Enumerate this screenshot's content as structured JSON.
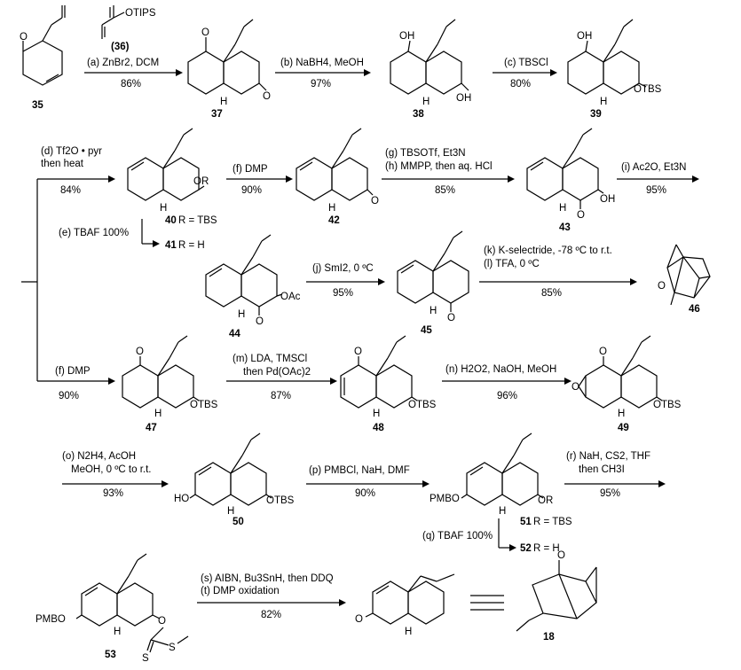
{
  "compounds": {
    "c35": "35",
    "c36": "(36)",
    "c37": "37",
    "c38": "38",
    "c39": "39",
    "c40": "40",
    "c41": "41",
    "c42": "42",
    "c43": "43",
    "c44": "44",
    "c45": "45",
    "c46": "46",
    "c47": "47",
    "c48": "48",
    "c49": "49",
    "c50": "50",
    "c51": "51",
    "c52": "52",
    "c53": "53",
    "c18": "18"
  },
  "reagent36": "OTIPS",
  "steps": {
    "a": {
      "text": "(a) ZnBr2, DCM",
      "yield": "86%"
    },
    "b": {
      "text": "(b) NaBH4, MeOH",
      "yield": "97%"
    },
    "c": {
      "text": "(c) TBSCl",
      "yield": "80%"
    },
    "d": {
      "line1": "(d) Tf2O • pyr",
      "line2": "then heat",
      "yield": "84%"
    },
    "e": {
      "text": "(e) TBAF 100%"
    },
    "f1": {
      "text": "(f) DMP",
      "yield": "90%"
    },
    "g": {
      "line1": "(g) TBSOTf, Et3N",
      "line2": "(h) MMPP, then aq. HCl",
      "yield": "85%"
    },
    "i": {
      "text": "(i) Ac2O, Et3N",
      "yield": "95%"
    },
    "j": {
      "text": "(j) SmI2, 0 ºC",
      "yield": "95%"
    },
    "k": {
      "line1": "(k) K-selectride,  -78 ºC to r.t.",
      "line2": "(l) TFA, 0 ºC",
      "yield": "85%"
    },
    "f2": {
      "text": "(f) DMP",
      "yield": "90%"
    },
    "m": {
      "line1": "(m) LDA, TMSCl",
      "line2": "then Pd(OAc)2",
      "yield": "87%"
    },
    "n": {
      "text": "(n) H2O2, NaOH, MeOH",
      "yield": "96%"
    },
    "o": {
      "line1": "(o) N2H4, AcOH",
      "line2": "MeOH, 0 ºC to r.t.",
      "yield": "93%"
    },
    "p": {
      "text": "(p) PMBCl, NaH, DMF",
      "yield": "90%"
    },
    "r": {
      "line1": "(r) NaH, CS2, THF",
      "line2": "then CH3I",
      "yield": "95%"
    },
    "q": {
      "text": "(q) TBAF 100%"
    },
    "s": {
      "line1": "(s) AIBN, Bu3SnH, then DDQ",
      "line2": "(t) DMP oxidation",
      "yield": "82%"
    }
  },
  "labels": {
    "r40": "R = TBS",
    "r41": "R = H",
    "r51": "R = TBS",
    "r52": "R = H",
    "OH": "OH",
    "OTBS": "OTBS",
    "OR": "OR",
    "OAc": "OAc",
    "O": "O",
    "H": "H",
    "HO": "HO",
    "PMBO": "PMBO",
    "S": "S"
  }
}
